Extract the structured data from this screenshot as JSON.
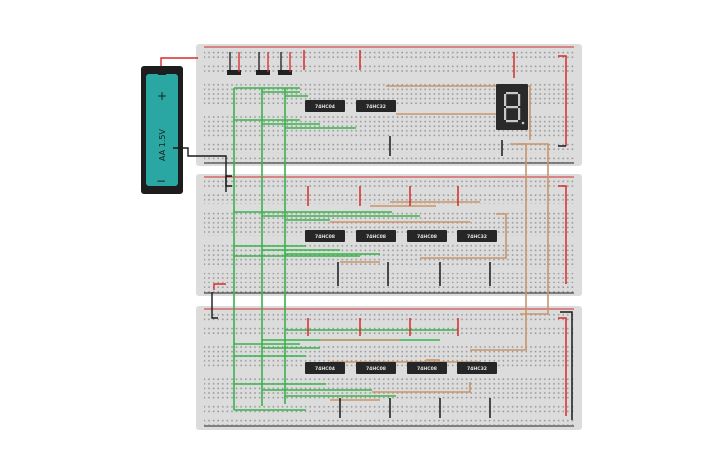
{
  "battery": {
    "plus_symbol": "+",
    "minus_symbol": "−",
    "label": "AA 1.5V",
    "colors": {
      "body": "#1d1d1d",
      "cell": "#2aa7a3"
    }
  },
  "chips": {
    "board1": [
      "74HC04",
      "74HC32"
    ],
    "board2": [
      "74HC08",
      "74HC08",
      "74HC08",
      "74HC32"
    ],
    "board3": [
      "74HC04",
      "74HC08",
      "74HC08",
      "74HC32"
    ]
  },
  "colors": {
    "breadboard": "#dcdcdc",
    "hole": "#9a9a9a",
    "wire_green": "#38b34a",
    "wire_brown": "#c8956a",
    "wire_red": "#d62b2b",
    "wire_black": "#1a1a1a",
    "chip": "#262626",
    "display_bg": "#2a2a2a",
    "segment": "#c9c9c9"
  },
  "display": {
    "type": "seven-segment"
  }
}
